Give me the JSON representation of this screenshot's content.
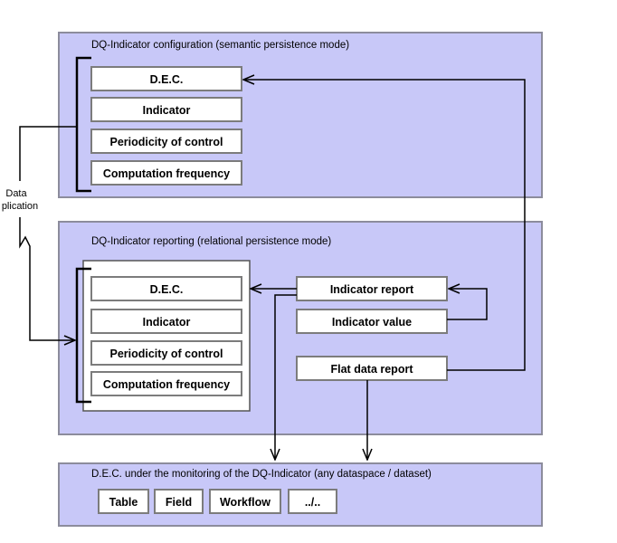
{
  "config_panel": {
    "title": "DQ-Indicator configuration (semantic persistence mode)",
    "items": [
      "D.E.C.",
      "Indicator",
      "Periodicity of control",
      "Computation frequency"
    ]
  },
  "reporting_panel": {
    "title": "DQ-Indicator reporting (relational persistence mode)",
    "items": [
      "D.E.C.",
      "Indicator",
      "Periodicity of control",
      "Computation frequency"
    ],
    "reports": [
      "Indicator report",
      "Indicator value",
      "Flat data report"
    ]
  },
  "monitoring_panel": {
    "title": "D.E.C. under the monitoring of the DQ-Indicator (any dataspace / dataset)",
    "items": [
      "Table",
      "Field",
      "Workflow",
      "../.."
    ]
  },
  "side_label": {
    "line1": "Data",
    "line2": "plication"
  }
}
